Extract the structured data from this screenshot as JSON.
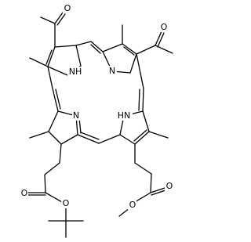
{
  "atom_labels": {
    "nh_top_left": "NH",
    "n_top_right": "N",
    "n_bottom_left": "N",
    "hn_bottom_right": "HN",
    "o_left_acetyl": "O",
    "o_right_acetyl": "O",
    "o_left_ester_carbonyl": "O",
    "o_left_ester_ether": "O",
    "o_right_ester_carbonyl": "O",
    "o_right_ester_ether": "O"
  }
}
